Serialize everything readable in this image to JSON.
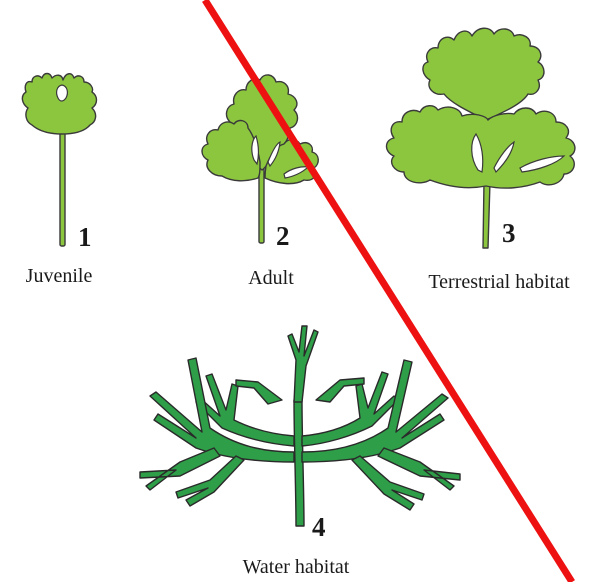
{
  "leaves": [
    {
      "number": "1",
      "caption": "Juvenile"
    },
    {
      "number": "2",
      "caption": "Adult"
    },
    {
      "number": "3",
      "caption": "Terrestrial habitat"
    },
    {
      "number": "4",
      "caption": "Water habitat"
    }
  ],
  "colors": {
    "terrestrial_leaf": "#8cc63f",
    "water_leaf": "#2e9e48",
    "outline": "#3a3a3a",
    "divider_line": "#ee1111"
  }
}
